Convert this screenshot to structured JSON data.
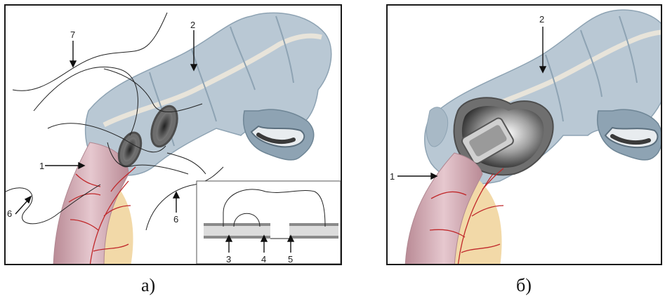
{
  "panel_a": {
    "labels": {
      "l1": "1",
      "l2": "2",
      "l3": "3",
      "l4": "4",
      "l5": "5",
      "l6a": "6",
      "l6b": "6",
      "l7": "7"
    },
    "caption": "а)"
  },
  "panel_b": {
    "labels": {
      "l1": "1",
      "l2": "2"
    },
    "caption": "б)"
  },
  "colors": {
    "colon": "#b9c8d4",
    "colon_shadow": "#8ea3b3",
    "haustra_gap": "#e8e4da",
    "ileum": "#c9a4ad",
    "mesentery": "#f2d9a8",
    "vessel": "#c0282a",
    "lumen": "#3a3a3a"
  }
}
